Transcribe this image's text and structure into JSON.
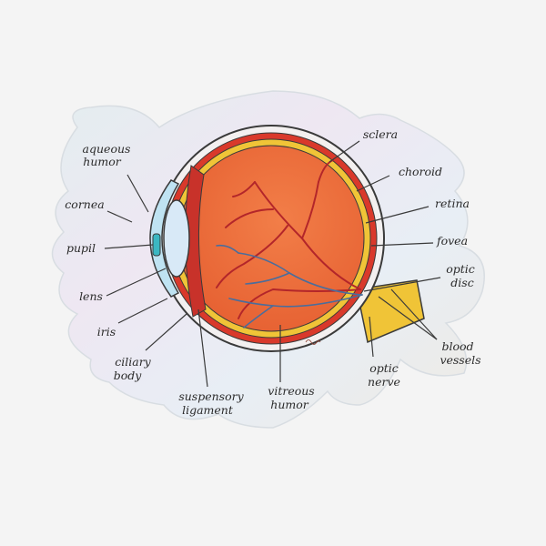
{
  "labels": {
    "aqueous_humor": [
      "aqueous",
      "humor"
    ],
    "cornea": [
      "cornea"
    ],
    "pupil": [
      "pupil"
    ],
    "lens": [
      "lens"
    ],
    "iris": [
      "iris"
    ],
    "ciliary_body": [
      "ciliary",
      "body"
    ],
    "suspensory_ligament": [
      "suspensory",
      "ligament"
    ],
    "vitreous_humor": [
      "vitreous",
      "humor"
    ],
    "optic_nerve": [
      "optic",
      "nerve"
    ],
    "blood_vessels": [
      "blood",
      "vessels"
    ],
    "optic_disc": [
      "optic",
      "disc"
    ],
    "fovea": [
      "fovea"
    ],
    "retina": [
      "retina"
    ],
    "choroid": [
      "choroid"
    ],
    "sclera": [
      "sclera"
    ]
  },
  "colors": {
    "background": "#f4f4f4",
    "sticker": "#e9eaef",
    "sclera": "#f3f0f0",
    "choroid": "#d9392b",
    "retina_band": "#f0c437",
    "vitreous": "#ef6f3a",
    "vessel_red": "#b3262a",
    "vessel_blue": "#4a6d9c",
    "cornea": "#bfe3f2",
    "lens": "#d8e9f7",
    "pupil": "#3bb7c2",
    "optic_nerve": "#f0c437",
    "leader_line": "#3a3a3a"
  }
}
